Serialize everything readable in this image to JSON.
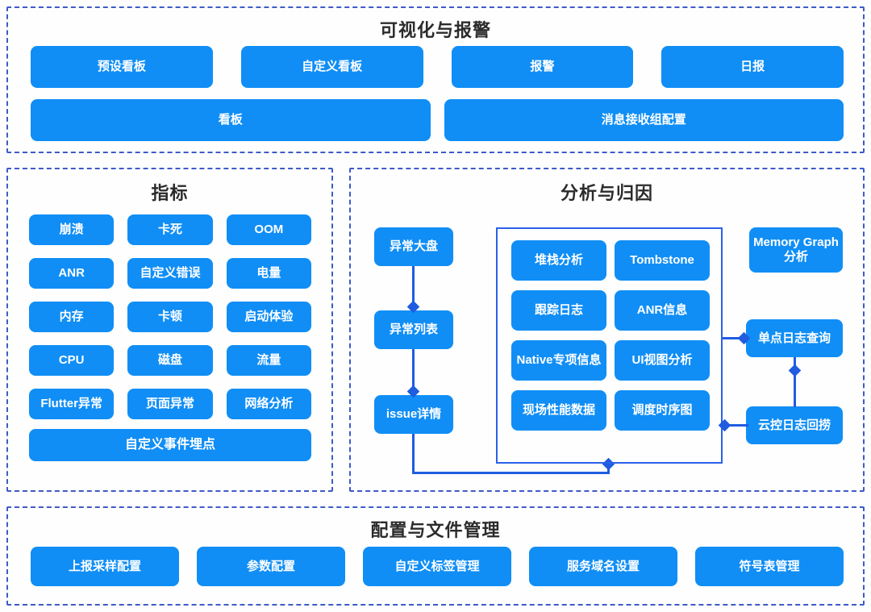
{
  "colors": {
    "button_blue": "#108EF6",
    "panel_dashed_border": "#3E5BC8",
    "inner_box_border": "#2B62E8",
    "connector": "#1F5CE0",
    "title_text": "#2B2B2B",
    "background": "#FEFEFE"
  },
  "visualization": {
    "title": "可视化与报警",
    "row1": [
      {
        "label": "预设看板"
      },
      {
        "label": "自定义看板"
      },
      {
        "label": "报警"
      },
      {
        "label": "日报"
      }
    ],
    "row2": [
      {
        "label": "看板"
      },
      {
        "label": "消息接收组配置"
      }
    ]
  },
  "metrics": {
    "title": "指标",
    "items": [
      {
        "label": "崩溃"
      },
      {
        "label": "卡死"
      },
      {
        "label": "OOM"
      },
      {
        "label": "ANR"
      },
      {
        "label": "自定义错误"
      },
      {
        "label": "电量"
      },
      {
        "label": "内存"
      },
      {
        "label": "卡顿"
      },
      {
        "label": "启动体验"
      },
      {
        "label": "CPU"
      },
      {
        "label": "磁盘"
      },
      {
        "label": "流量"
      },
      {
        "label": "Flutter异常"
      },
      {
        "label": "页面异常"
      },
      {
        "label": "网络分析"
      }
    ],
    "full_width_item": {
      "label": "自定义事件埋点"
    }
  },
  "analysis": {
    "title": "分析与归因",
    "flow_left": [
      {
        "label": "异常大盘"
      },
      {
        "label": "异常列表"
      },
      {
        "label": "issue详情"
      }
    ],
    "detail_group": [
      {
        "label": "堆栈分析"
      },
      {
        "label": "Tombstone"
      },
      {
        "label": "跟踪日志"
      },
      {
        "label": "ANR信息"
      },
      {
        "label": "Native专项信息"
      },
      {
        "label": "UI视图分析"
      },
      {
        "label": "现场性能数据"
      },
      {
        "label": "调度时序图"
      }
    ],
    "flow_right": [
      {
        "label": "Memory Graph分析"
      },
      {
        "label": "单点日志查询"
      },
      {
        "label": "云控日志回捞"
      }
    ]
  },
  "config": {
    "title": "配置与文件管理",
    "items": [
      {
        "label": "上报采样配置"
      },
      {
        "label": "参数配置"
      },
      {
        "label": "自定义标签管理"
      },
      {
        "label": "服务域名设置"
      },
      {
        "label": "符号表管理"
      }
    ]
  }
}
